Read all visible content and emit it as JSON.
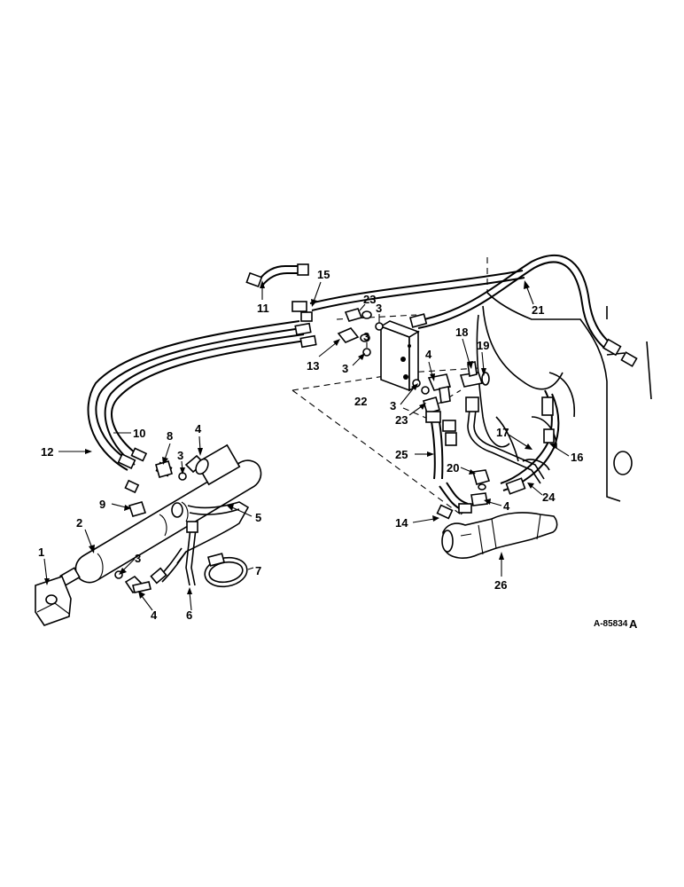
{
  "diagram": {
    "callouts": [
      "1",
      "2",
      "3",
      "4",
      "5",
      "6",
      "7",
      "8",
      "9",
      "10",
      "11",
      "12",
      "13",
      "14",
      "15",
      "16",
      "17",
      "18",
      "19",
      "20",
      "21",
      "22",
      "23",
      "24",
      "25",
      "26"
    ],
    "reference_code": "A-85834",
    "reference_suffix": "A"
  }
}
